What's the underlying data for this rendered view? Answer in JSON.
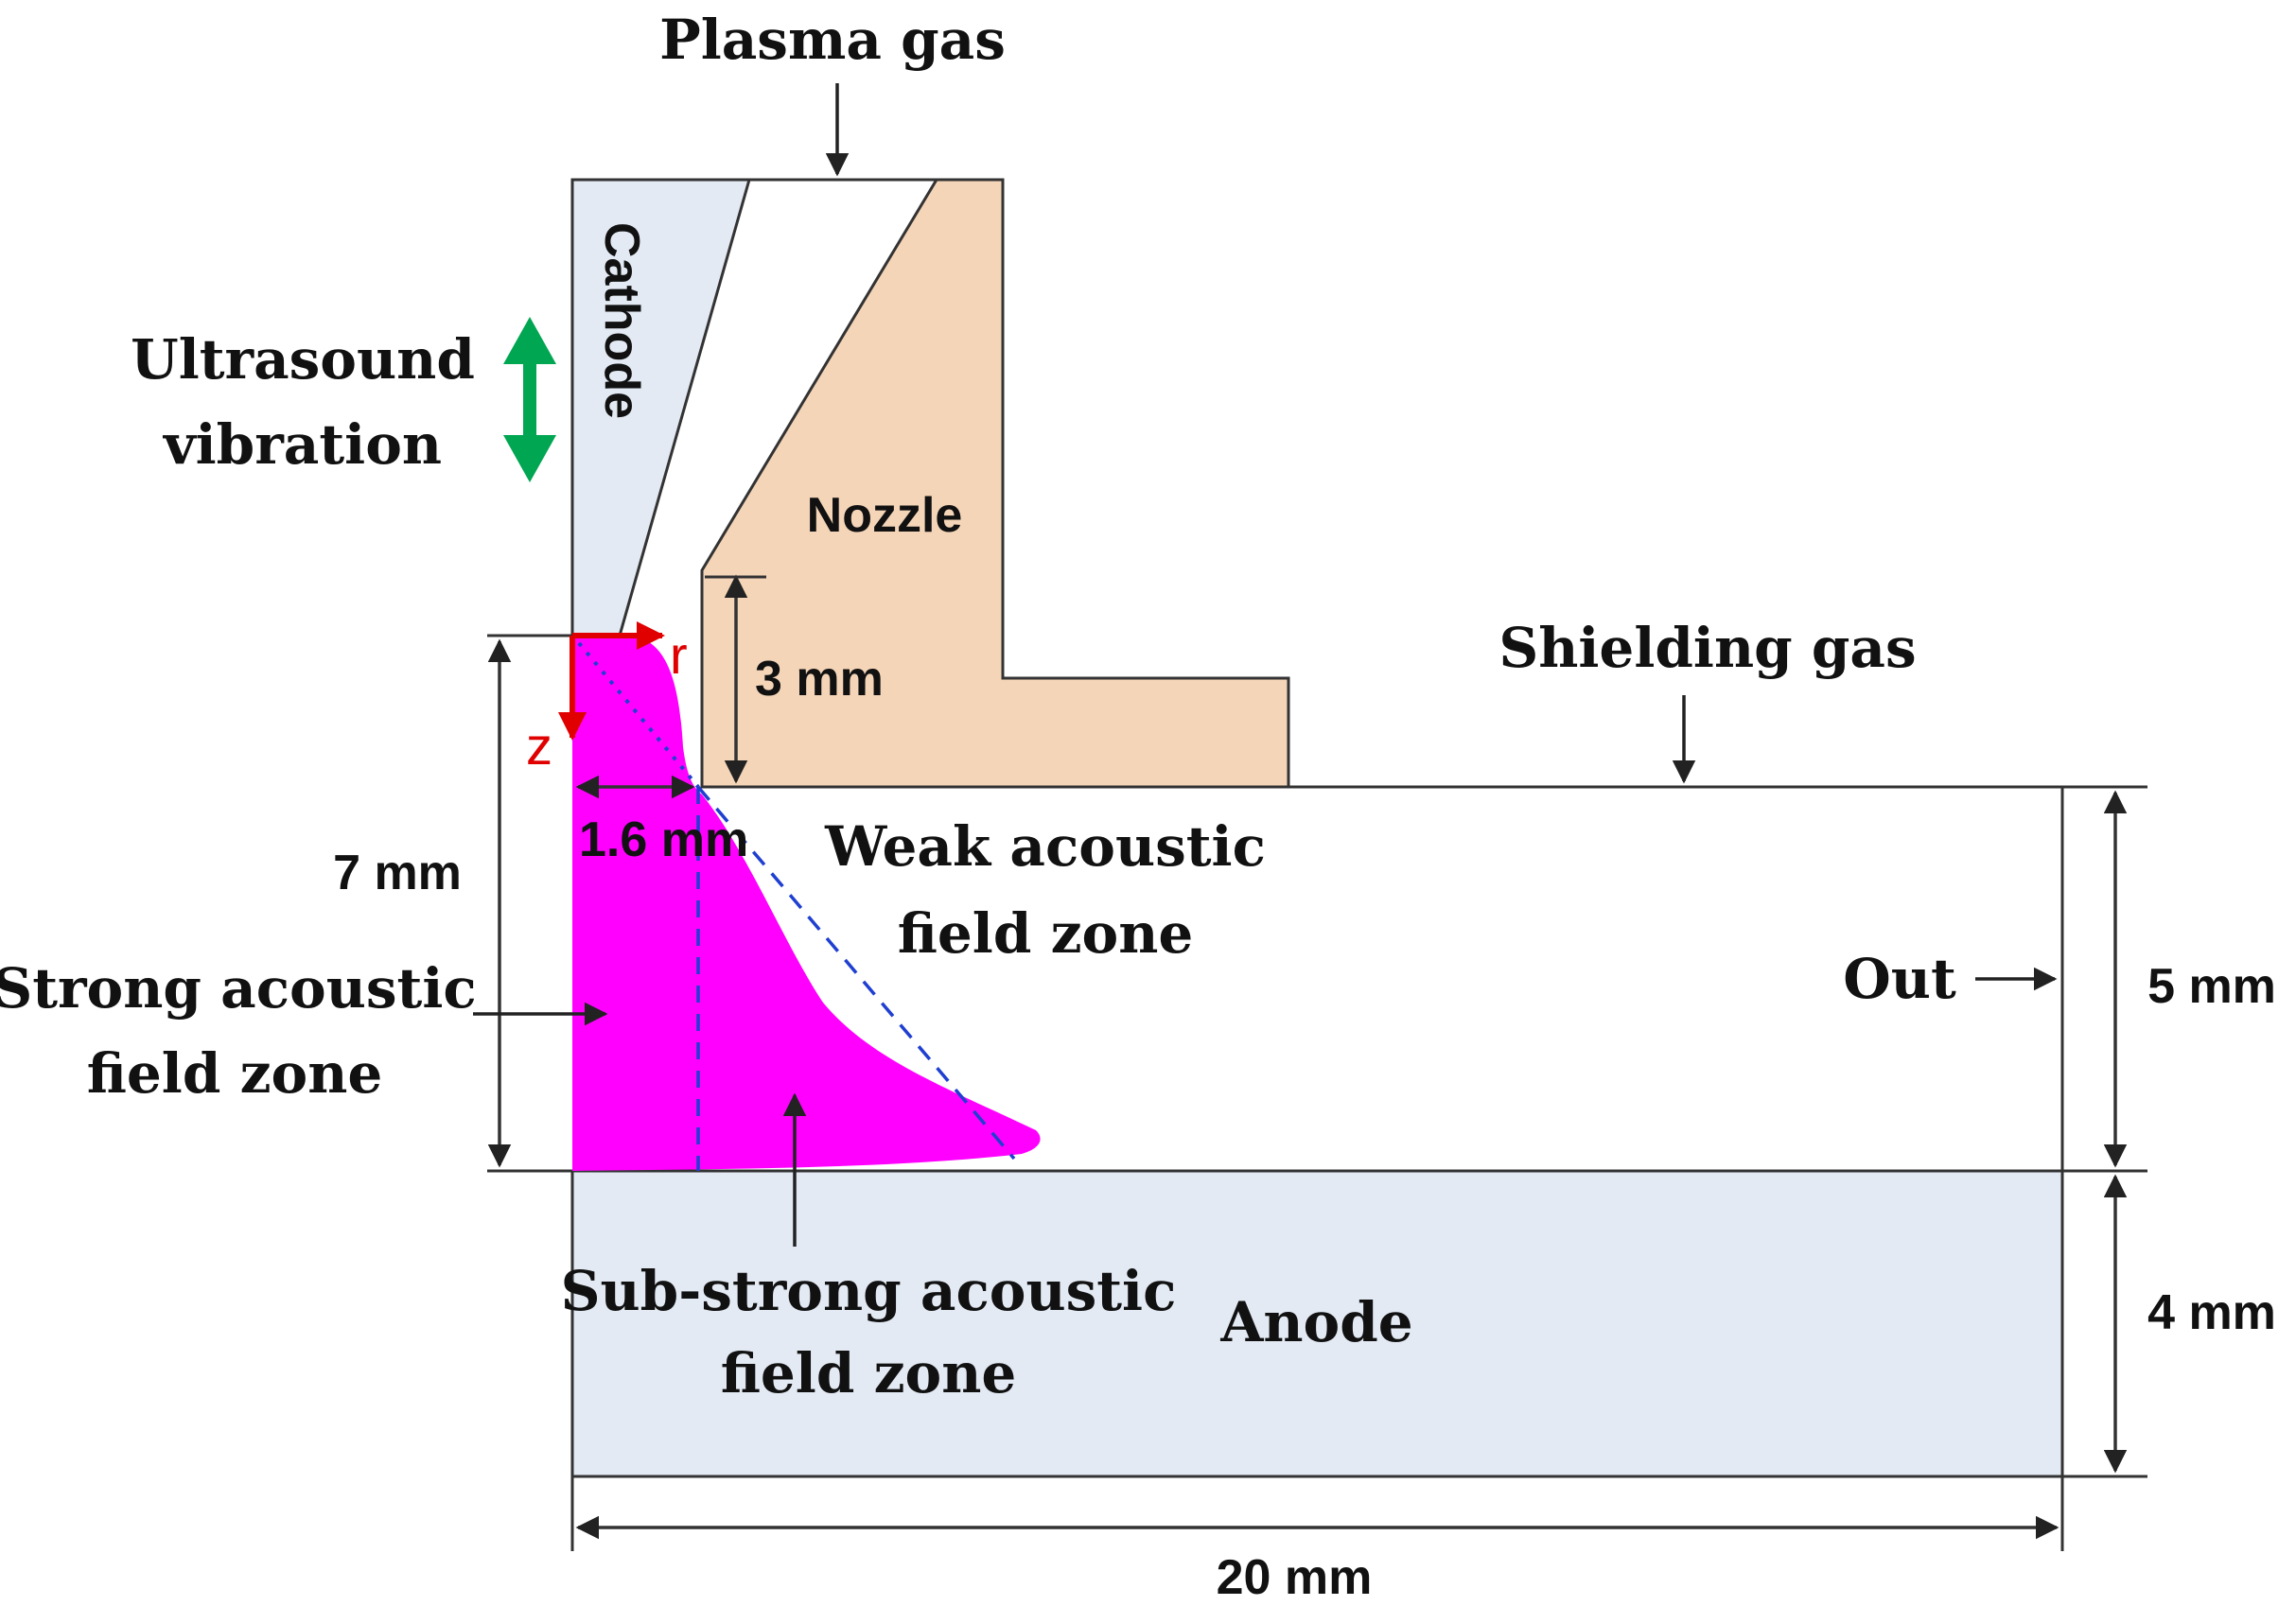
{
  "labels": {
    "plasma_gas": "Plasma gas",
    "cathode": "Cathode",
    "ultrasound_line1": "Ultrasound",
    "ultrasound_line2": "vibration",
    "nozzle": "Nozzle",
    "shielding_gas": "Shielding gas",
    "r_axis": "r",
    "z_axis": "z",
    "dim_3mm": "3 mm",
    "dim_7mm": "7 mm",
    "dim_1_6mm": "1.6 mm",
    "weak_line1": "Weak acoustic",
    "weak_line2": "field zone",
    "strong_line1": "Strong acoustic",
    "strong_line2": "field zone",
    "out": "Out",
    "dim_5mm": "5 mm",
    "sub_strong_line1": "Sub-strong acoustic",
    "sub_strong_line2": "field zone",
    "anode": "Anode",
    "dim_4mm": "4 mm",
    "dim_20mm": "20 mm"
  },
  "colors": {
    "cathode_fill": "#e3eaf4",
    "anode_fill": "#e3eaf4",
    "nozzle_fill": "#f5d5b8",
    "acoustic_zone_fill": "#ff00ff",
    "ultrasound_arrow": "#00a651",
    "axis_arrow": "#e00000",
    "boundary_dashed": "#1f3fd0"
  }
}
